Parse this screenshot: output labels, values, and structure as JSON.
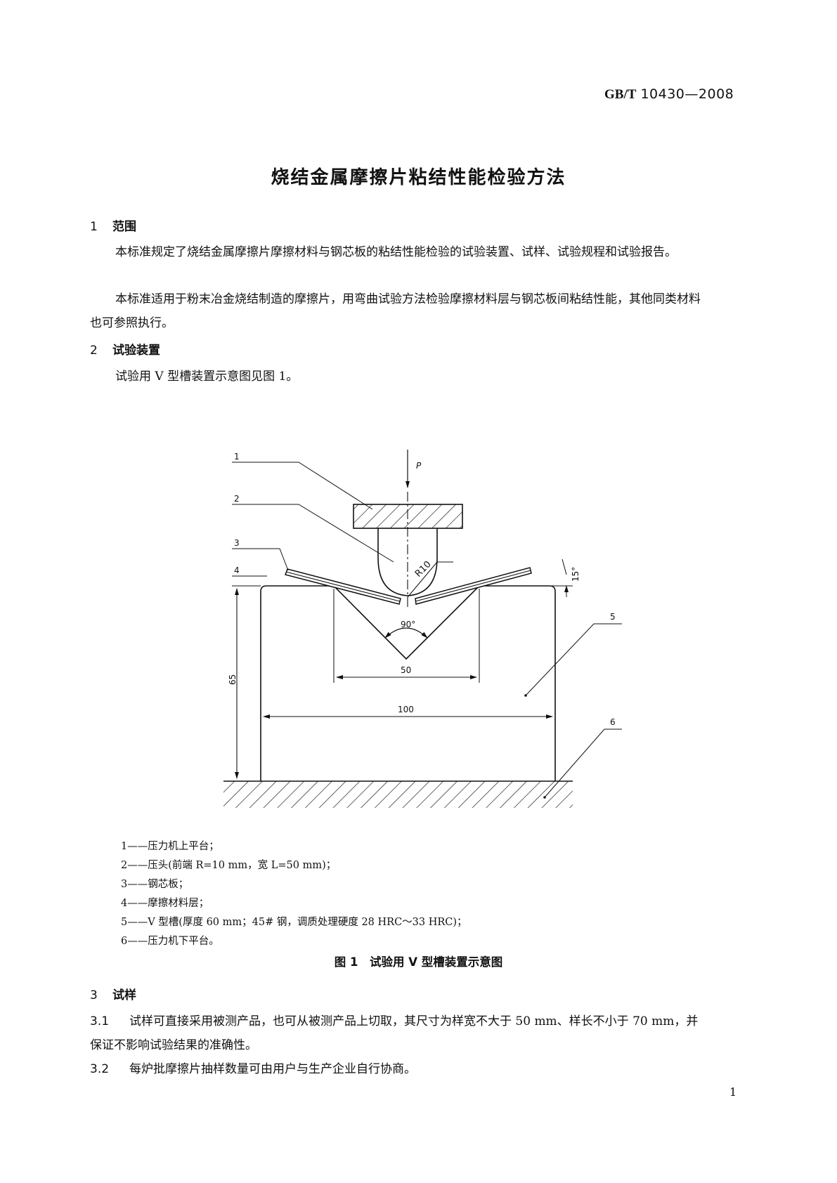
{
  "header": {
    "std_prefix": "GB/T",
    "std_number": "10430—2008"
  },
  "title": "烧结金属摩擦片粘结性能检验方法",
  "sections": {
    "s1": {
      "num": "1",
      "heading": "范围",
      "p1": "本标准规定了烧结金属摩擦片摩擦材料与钢芯板的粘结性能检验的试验装置、试样、试验规程和试验报告。",
      "p2": "本标准适用于粉末冶金烧结制造的摩擦片，用弯曲试验方法检验摩擦材料层与钢芯板间粘结性能，其他同类材料也可参照执行。"
    },
    "s2": {
      "num": "2",
      "heading": "试验装置",
      "p1": "试验用 V 型槽装置示意图见图 1。"
    },
    "s3": {
      "num": "3",
      "heading": "试样",
      "c31_num": "3.1",
      "c31": "试样可直接采用被测产品，也可从被测产品上切取，其尺寸为样宽不大于 50 mm、样长不小于 70 mm，并保证不影响试验结果的准确性。",
      "c32_num": "3.2",
      "c32": "每炉批摩擦片抽样数量可由用户与生产企业自行协商。"
    }
  },
  "figure": {
    "labels": {
      "l1": "1",
      "l2": "2",
      "l3": "3",
      "l4": "4",
      "l5": "5",
      "l6": "6"
    },
    "force": "P",
    "radius": "R10",
    "angle_top": "15°",
    "angle_v": "90°",
    "dim_groove": "50",
    "dim_width": "100",
    "dim_height": "65",
    "caption": "图 1　试验用 V 型槽装置示意图",
    "legend": [
      "1——压力机上平台；",
      "2——压头(前端 R=10 mm，宽 L=50 mm)；",
      "3——钢芯板；",
      "4——摩擦材料层；",
      "5——V 型槽(厚度 60 mm；45# 钢，调质处理硬度 28 HRC～33 HRC)；",
      "6——压力机下平台。"
    ]
  },
  "page_number": "1"
}
